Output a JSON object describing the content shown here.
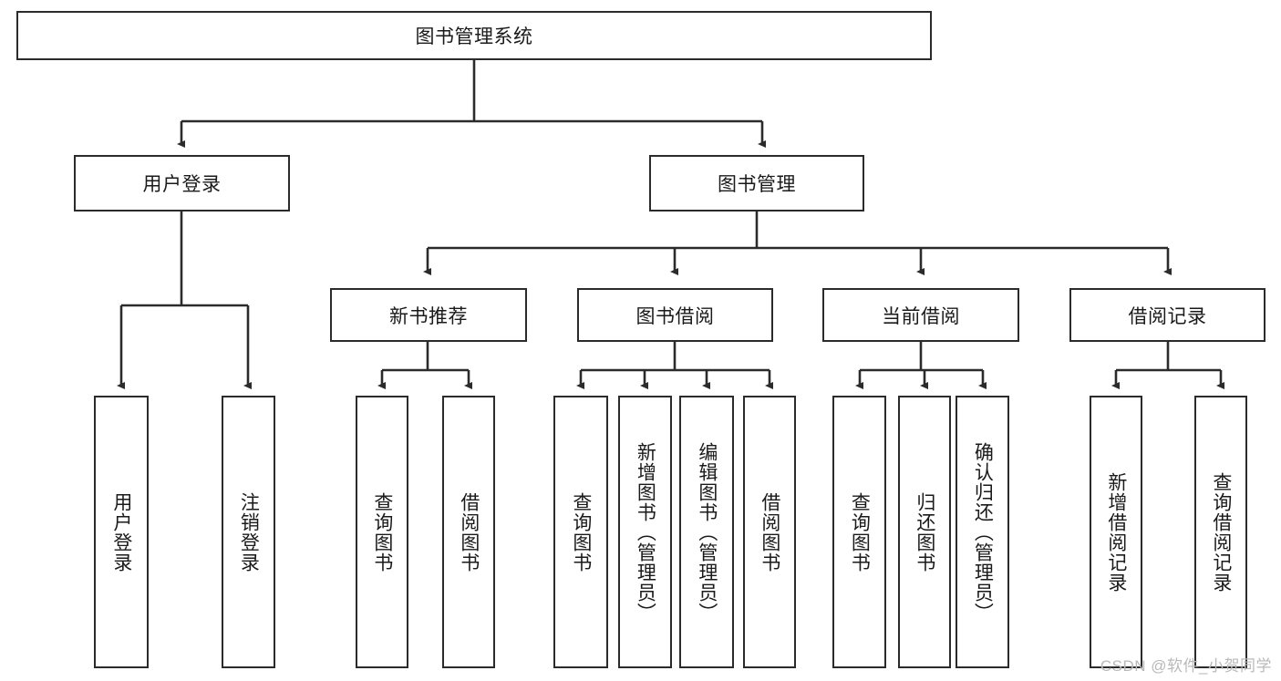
{
  "diagram": {
    "type": "tree-hierarchy",
    "title": "图书管理系统",
    "root": {
      "label": "图书管理系统"
    },
    "level2": [
      {
        "label": "用户登录"
      },
      {
        "label": "图书管理"
      }
    ],
    "level3": [
      {
        "label": "新书推荐"
      },
      {
        "label": "图书借阅"
      },
      {
        "label": "当前借阅"
      },
      {
        "label": "借阅记录"
      }
    ],
    "leaves": {
      "user_login": [
        {
          "label": "用户登录"
        },
        {
          "label": "注销登录"
        }
      ],
      "new_book_recommend": [
        {
          "label": "查询图书"
        },
        {
          "label": "借阅图书"
        }
      ],
      "book_borrow": [
        {
          "label": "查询图书"
        },
        {
          "label": "新增图书（管理员）"
        },
        {
          "label": "编辑图书（管理员）"
        },
        {
          "label": "借阅图书"
        }
      ],
      "current_borrow": [
        {
          "label": "查询图书"
        },
        {
          "label": "归还图书"
        },
        {
          "label": "确认归还（管理员）"
        }
      ],
      "borrow_record": [
        {
          "label": "新增借阅记录"
        },
        {
          "label": "查询借阅记录"
        }
      ]
    }
  },
  "watermark": {
    "text": "CSDN @软件_小贺同学"
  },
  "colors": {
    "border": "#2b2b2b",
    "background": "#ffffff",
    "text": "#1a1a1a",
    "watermark": "#b9b9b9"
  }
}
